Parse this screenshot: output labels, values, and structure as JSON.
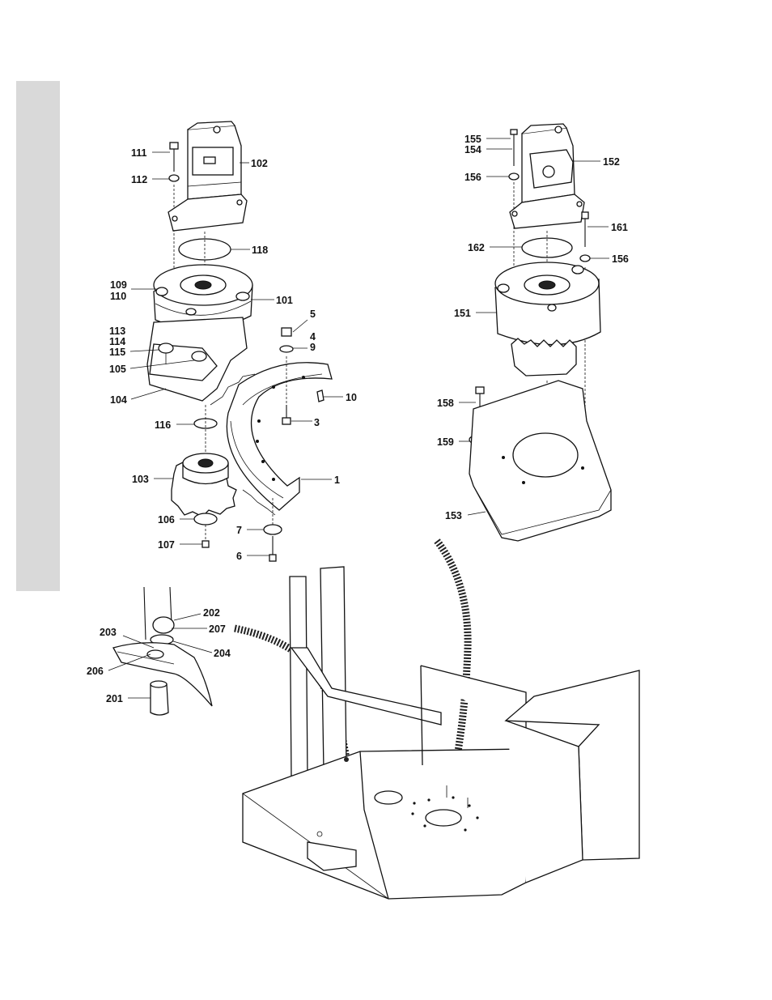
{
  "callouts": [
    {
      "id": "111",
      "text": "111"
    },
    {
      "id": "112",
      "text": "112"
    },
    {
      "id": "102",
      "text": "102"
    },
    {
      "id": "118",
      "text": "118"
    },
    {
      "id": "109",
      "text": "109"
    },
    {
      "id": "110",
      "text": "110"
    },
    {
      "id": "101",
      "text": "101"
    },
    {
      "id": "113",
      "text": "113"
    },
    {
      "id": "114",
      "text": "114"
    },
    {
      "id": "115",
      "text": "115"
    },
    {
      "id": "105",
      "text": "105"
    },
    {
      "id": "104",
      "text": "104"
    },
    {
      "id": "5",
      "text": "5"
    },
    {
      "id": "4",
      "text": "4"
    },
    {
      "id": "9",
      "text": "9"
    },
    {
      "id": "10",
      "text": "10"
    },
    {
      "id": "3",
      "text": "3"
    },
    {
      "id": "116",
      "text": "116"
    },
    {
      "id": "103",
      "text": "103"
    },
    {
      "id": "1",
      "text": "1"
    },
    {
      "id": "106",
      "text": "106"
    },
    {
      "id": "107",
      "text": "107"
    },
    {
      "id": "7",
      "text": "7"
    },
    {
      "id": "6",
      "text": "6"
    },
    {
      "id": "155",
      "text": "155"
    },
    {
      "id": "154",
      "text": "154"
    },
    {
      "id": "156a",
      "text": "156"
    },
    {
      "id": "152",
      "text": "152"
    },
    {
      "id": "161",
      "text": "161"
    },
    {
      "id": "162",
      "text": "162"
    },
    {
      "id": "156b",
      "text": "156"
    },
    {
      "id": "151",
      "text": "151"
    },
    {
      "id": "158",
      "text": "158"
    },
    {
      "id": "159",
      "text": "159"
    },
    {
      "id": "153",
      "text": "153"
    },
    {
      "id": "202",
      "text": "202"
    },
    {
      "id": "207",
      "text": "207"
    },
    {
      "id": "203",
      "text": "203"
    },
    {
      "id": "204",
      "text": "204"
    },
    {
      "id": "206",
      "text": "206"
    },
    {
      "id": "201",
      "text": "201"
    }
  ],
  "colors": {
    "ink": "#111111",
    "side_tab": "#d9d9d9",
    "paper": "#ffffff"
  }
}
